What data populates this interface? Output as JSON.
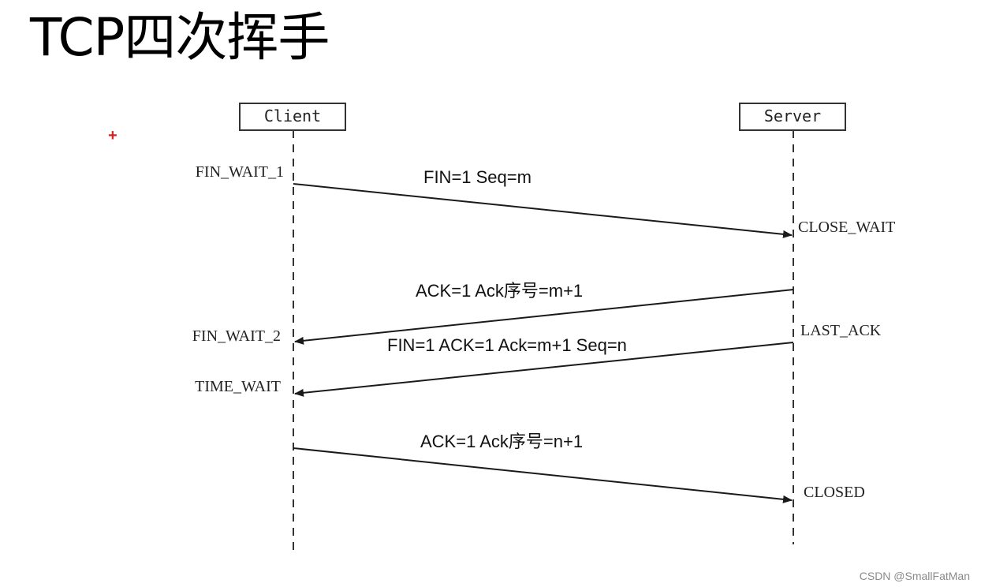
{
  "title": "TCP四次挥手",
  "participants": {
    "client": "Client",
    "server": "Server"
  },
  "client_states": {
    "s1": "FIN_WAIT_1",
    "s2": "FIN_WAIT_2",
    "s3": "TIME_WAIT"
  },
  "server_states": {
    "s1": "CLOSE_WAIT",
    "s2": "LAST_ACK",
    "s3": "CLOSED"
  },
  "messages": {
    "m1": "FIN=1  Seq=m",
    "m2": "ACK=1 Ack序号=m+1",
    "m3": "FIN=1 ACK=1 Ack=m+1 Seq=n",
    "m4": "ACK=1 Ack序号=n+1"
  },
  "marker": "+",
  "watermark": "CSDN @SmallFatMan",
  "colors": {
    "line": "#1a1a1a",
    "marker": "#d22222",
    "watermark": "#8a8a8a"
  }
}
